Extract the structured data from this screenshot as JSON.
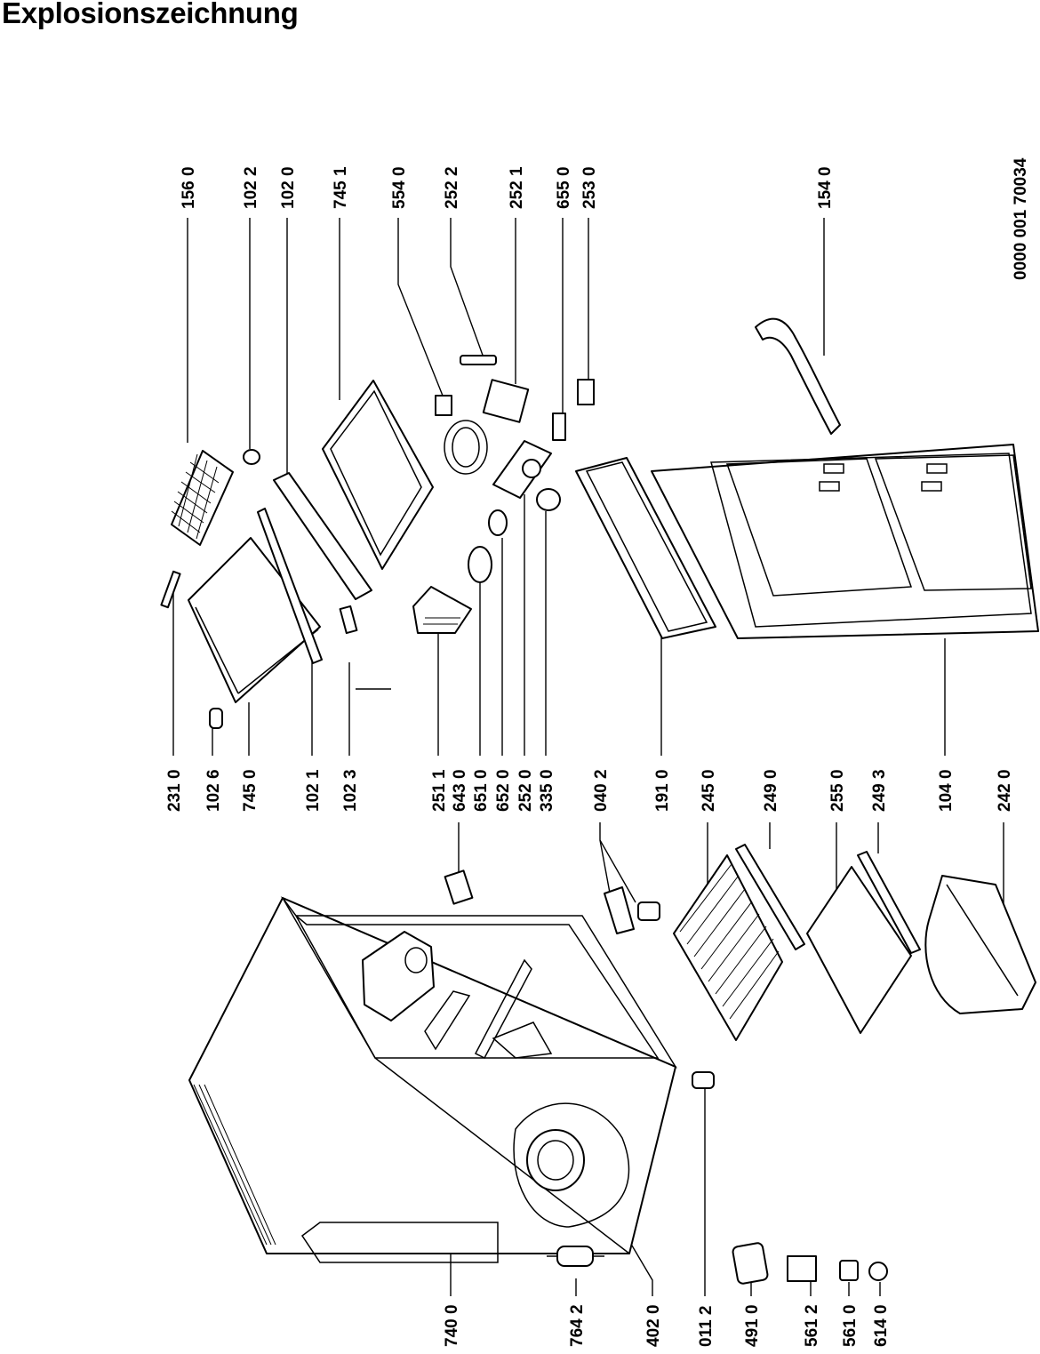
{
  "title": "Explosionszeichnung",
  "document_number": "0000 001 70034",
  "part_labels": {
    "p1560": "156 0",
    "p1022": "102 2",
    "p1020": "102 0",
    "p7451": "745 1",
    "p5540": "554 0",
    "p2522": "252 2",
    "p2521": "252 1",
    "p6550": "655 0",
    "p2530": "253 0",
    "p1540": "154 0",
    "p2310": "231 0",
    "p1026": "102 6",
    "p7450": "745 0",
    "p1021": "102 1",
    "p1023": "102 3",
    "p2511": "251 1",
    "p6430": "643 0",
    "p6510": "651 0",
    "p6520": "652 0",
    "p2520": "252 0",
    "p3350": "335 0",
    "p0402": "040 2",
    "p1910": "191 0",
    "p2450": "245 0",
    "p2490": "249 0",
    "p2550": "255 0",
    "p2493": "249 3",
    "p1040": "104 0",
    "p2420": "242 0",
    "p7400": "740 0",
    "p7642": "764 2",
    "p4020": "402 0",
    "p0112": "011 2",
    "p4910": "491 0",
    "p5612": "561 2",
    "p5610": "561 0",
    "p6140": "614 0"
  }
}
